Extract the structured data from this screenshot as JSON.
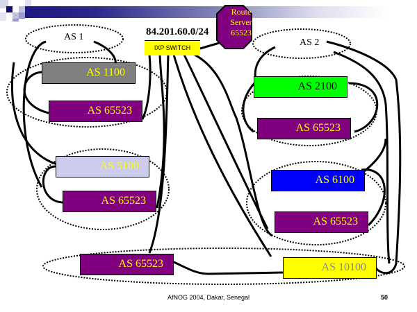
{
  "header": {
    "decoration": "gradient-title-bar"
  },
  "ixp": {
    "prefix": "84.201.60.0/24",
    "switch_label": "IXP SWITCH",
    "switch_color": "#ffff00"
  },
  "route_server": {
    "line1": "Route",
    "line2": "Server",
    "line3": "65523",
    "fill": "#800080",
    "text_color": "#ffff00"
  },
  "clouds": {
    "as1": "AS 1",
    "as2": "AS 2"
  },
  "routers": [
    {
      "id": "as1100",
      "label": "AS 1100",
      "fill": "#808080",
      "text_color": "#ffff00"
    },
    {
      "id": "as65523-a",
      "label": "AS 65523",
      "fill": "#800080",
      "text_color": "#ffff00"
    },
    {
      "id": "as5100",
      "label": "AS 5100",
      "fill": "#ccccee",
      "text_color": "#ffff00"
    },
    {
      "id": "as65523-b",
      "label": "AS 65523",
      "fill": "#800080",
      "text_color": "#ffff00"
    },
    {
      "id": "as2100",
      "label": "AS 2100",
      "fill": "#00ff00",
      "text_color": "#000000"
    },
    {
      "id": "as65523-c",
      "label": "AS 65523",
      "fill": "#800080",
      "text_color": "#ffff00"
    },
    {
      "id": "as6100",
      "label": "AS 6100",
      "fill": "#0000ff",
      "text_color": "#ffff00"
    },
    {
      "id": "as65523-d",
      "label": "AS 65523",
      "fill": "#800080",
      "text_color": "#ffff00"
    },
    {
      "id": "as65523-e",
      "label": "AS 65523",
      "fill": "#800080",
      "text_color": "#ffff00"
    },
    {
      "id": "as10100",
      "label": "AS 10100",
      "fill": "#ffff00",
      "text_color": "#888888"
    }
  ],
  "footer": {
    "text": "AfNOG 2004, Dakar, Senegal",
    "page": "50"
  }
}
